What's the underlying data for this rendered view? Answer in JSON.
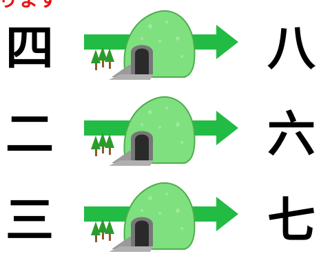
{
  "header": {
    "text": "ります"
  },
  "rows": [
    {
      "input": "四",
      "output": "八"
    },
    {
      "input": "二",
      "output": "六"
    },
    {
      "input": "三",
      "output": "七"
    }
  ],
  "colors": {
    "header": "#ee1111",
    "arrow": "#22bb44",
    "hill": "#7fe07f",
    "road": "#9a9a9a",
    "tree": "#2b9b2b"
  },
  "icons": [
    "tunnel-icon",
    "right-arrow-icon",
    "tree-icon"
  ]
}
